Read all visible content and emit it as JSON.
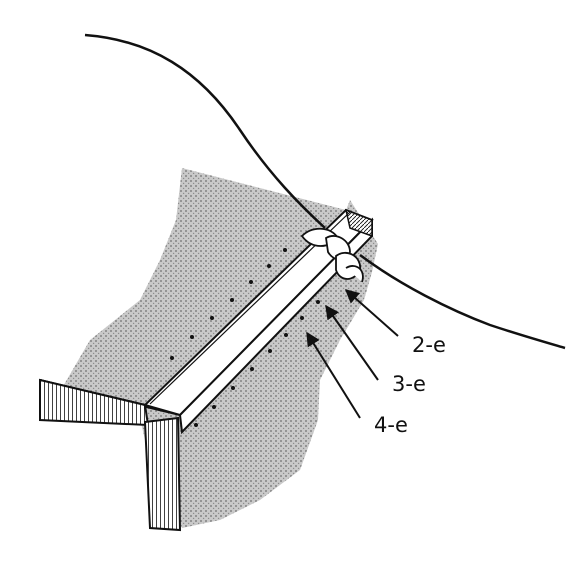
{
  "callouts": [
    {
      "id": "2e",
      "label": "2-e"
    },
    {
      "id": "3e",
      "label": "3-e"
    },
    {
      "id": "4e",
      "label": "4-e"
    }
  ],
  "colors": {
    "ink": "#111111",
    "stipple": "#9a9a9a",
    "paper": "#ffffff"
  }
}
